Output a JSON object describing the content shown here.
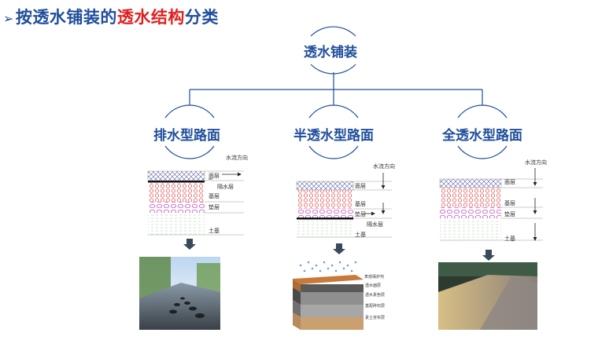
{
  "title": {
    "arrow": "➢",
    "part1": "按透水铺装的",
    "highlight": "透水结构",
    "part2": "分类"
  },
  "root": "透水铺装",
  "categories": [
    {
      "name": "排水型路面",
      "flow": "水流方向",
      "layers": [
        "面层",
        "隔水层",
        "基层",
        "垫层",
        "土基"
      ]
    },
    {
      "name": "半透水型路面",
      "flow": "水流方向",
      "layers": [
        "面层",
        "基层",
        "垫层",
        "隔水层",
        "土基"
      ]
    },
    {
      "name": "全透水型路面",
      "flow": "水流方向",
      "layers": [
        "面层",
        "基层",
        "垫层",
        "土基"
      ]
    }
  ],
  "illustration_labels": [
    "表观保护剂",
    "透水面层",
    "透水素色层",
    "基配碎石层",
    "素土夯实层"
  ],
  "colors": {
    "title_blue": "#1f4e9c",
    "highlight_red": "#e02020",
    "connector": "#1f4e9c"
  }
}
